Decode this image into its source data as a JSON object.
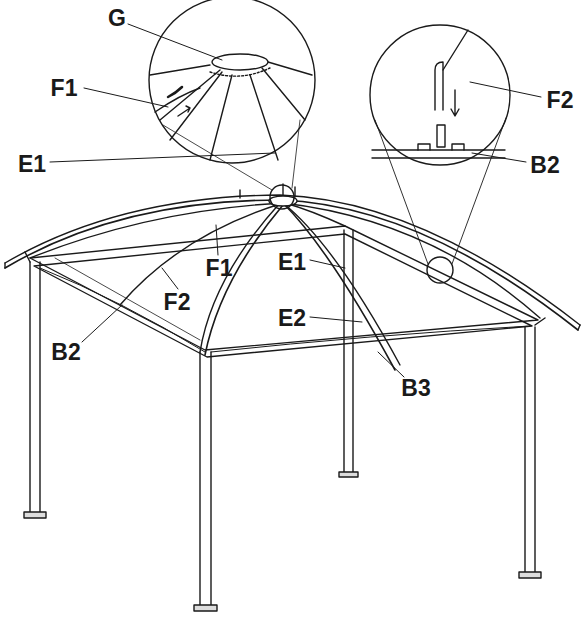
{
  "diagram": {
    "labels": [
      "G",
      "F1",
      "E1",
      "F2",
      "B2",
      "F1",
      "E1",
      "F2",
      "E2",
      "B2",
      "B3"
    ]
  }
}
